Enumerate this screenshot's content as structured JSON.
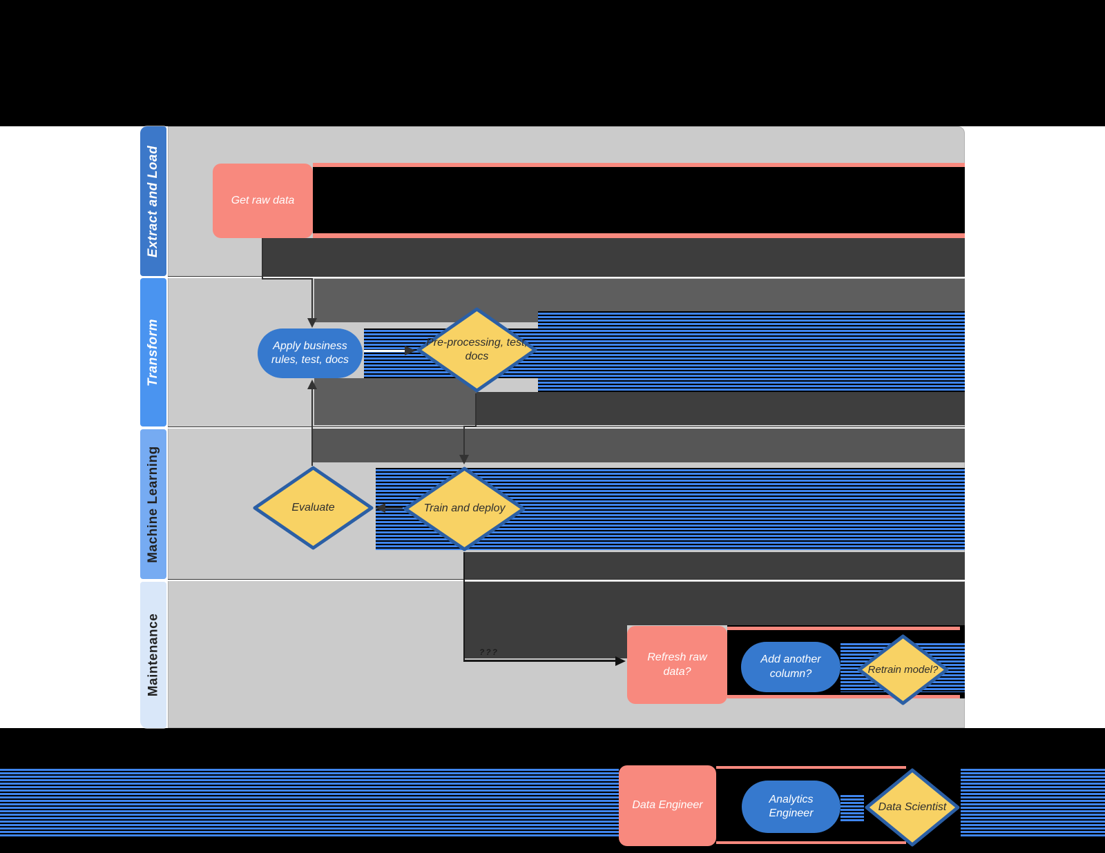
{
  "diagram": {
    "lanes": [
      {
        "label": "Extract and Load",
        "header_color": "#3C78C9",
        "text_color": "#ffffff",
        "italic": true
      },
      {
        "label": "Transform",
        "header_color": "#4A94F0",
        "text_color": "#ffffff",
        "italic": true
      },
      {
        "label": "Machine Learning",
        "header_color": "#76ABF2",
        "text_color": "#222222",
        "italic": false
      },
      {
        "label": "Maintenance",
        "header_color": "#D9E7F9",
        "text_color": "#222222",
        "italic": false
      }
    ],
    "nodes": {
      "get_raw_data": {
        "label": "Get raw data",
        "shape": "process"
      },
      "apply_business_rules": {
        "label": "Apply business rules, test, docs",
        "shape": "stadium"
      },
      "preprocessing": {
        "label": "Pre-processing, test, docs",
        "shape": "decision"
      },
      "evaluate": {
        "label": "Evaluate",
        "shape": "decision"
      },
      "train_and_deploy": {
        "label": "Train and deploy",
        "shape": "decision"
      },
      "refresh_raw_data": {
        "label": "Refresh raw data?",
        "shape": "process"
      },
      "add_another_column": {
        "label": "Add another column?",
        "shape": "stadium"
      },
      "retrain_model": {
        "label": "Retrain model?",
        "shape": "decision"
      }
    },
    "connector_label": "???",
    "colors": {
      "process": "#F8897E",
      "stadium": "#3679CE",
      "decision_fill": "#F8D264",
      "decision_border": "#2B5FA5",
      "canvas": "#CBCBCB",
      "arrow": "#333333"
    }
  },
  "legend": {
    "items": [
      {
        "label": "Data Engineer",
        "shape": "process"
      },
      {
        "label": "Analytics Engineer",
        "shape": "stadium"
      },
      {
        "label": "Data Scientist",
        "shape": "decision"
      }
    ]
  }
}
